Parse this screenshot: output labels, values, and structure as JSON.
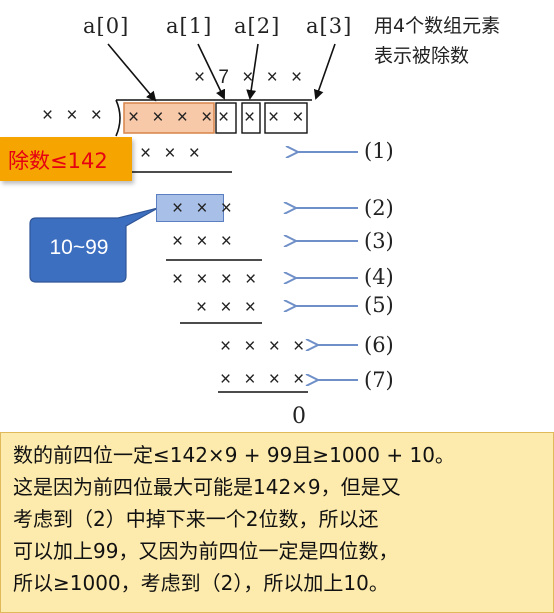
{
  "labels": {
    "a0": "a[0]",
    "a1": "a[1]",
    "a2": "a[2]",
    "a3": "a[3]",
    "caption_line1": "用4个数组元素",
    "caption_line2": "表示被除数"
  },
  "division": {
    "quotient": "× 7 × × ×",
    "divisor": "× × ×",
    "dividend_cells": [
      "× × × ×",
      "×",
      "×",
      "× ×"
    ],
    "rows": [
      "× × ×",
      "× × ×",
      "× × ×",
      "× × × ×",
      "× × ×",
      "× × × ×",
      "× × × ×"
    ],
    "remainder": "0"
  },
  "markers": [
    "(1)",
    "(2)",
    "(3)",
    "(4)",
    "(5)",
    "(6)",
    "(7)"
  ],
  "callouts": {
    "divisor_limit": "除数≤142",
    "range": "10~99"
  },
  "note": {
    "lines": [
      "数的前四位一定≤142×9 + 99且≥1000 + 10。",
      "这是因为前四位最大可能是142×9，但是又",
      "考虑到（2）中掉下来一个2位数，所以还",
      "可以加上99，又因为前四位一定是四位数，",
      "所以≥1000，考虑到（2），所以加上10。"
    ]
  },
  "colors": {
    "callout_red_bg": "#f5a400",
    "callout_red_text": "#e60012",
    "callout_blue_bg": "#3d6fc0",
    "highlight_orange": "#f8c9a8",
    "highlight_blue": "#a8c0e8",
    "arrow_blue": "#6f8fc8",
    "note_bg": "#fdebad"
  }
}
